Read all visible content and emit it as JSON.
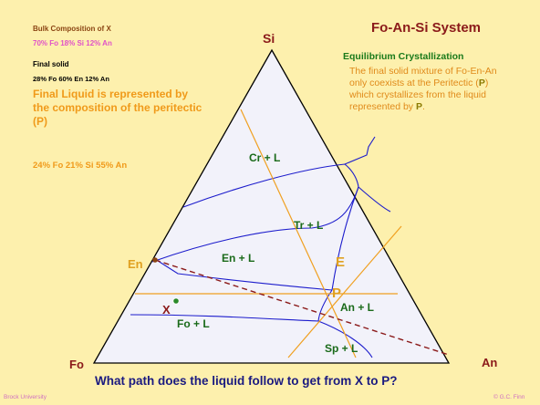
{
  "left_panel": {
    "bulk_title": "Bulk Composition of X",
    "bulk_values": "70% Fo  18% Si   12% An",
    "final_solid_title": "Final solid",
    "final_solid_values": "28% Fo  60% En  12% An",
    "final_liquid_text": "Final Liquid is represented by the composition of the peritectic (P)",
    "peritectic_values": "24% Fo  21% Si  55% An"
  },
  "right_panel": {
    "system_title": "Fo-An-Si System",
    "equilibrium_title": "Equilibrium Crystallization",
    "eq_text_before": "The final solid mixture of Fo-En-An only coexists at the Peritectic (",
    "eq_p1": "P",
    "eq_text_middle": ") which crystallizes from the liquid represented by ",
    "eq_p2": "P",
    "eq_text_after": "."
  },
  "vertices": {
    "si": "Si",
    "fo": "Fo",
    "an": "An"
  },
  "diagram": {
    "fields": {
      "cr": "Cr + L",
      "tr": "Tr + L",
      "en": "En + L",
      "an": "An + L",
      "fo": "Fo + L",
      "sp": "Sp + L"
    },
    "points": {
      "en": "En",
      "e": "E",
      "p": "P",
      "x": "X"
    }
  },
  "question": "What path does the liquid follow to get from X to P?",
  "footer": {
    "left": "Brock University",
    "right": "© G.C. Finn"
  },
  "colors": {
    "background": "#fdf0ad",
    "triangle_fill": "#f2f2fa",
    "boundary_blue": "#1c1ccc",
    "tie_orange": "#f0a020",
    "dashed_line": "#8b1a1a",
    "field_label_green": "#1a6a1a",
    "point_orange": "#e0a020",
    "en_dot": "#8b4513",
    "x_dot": "#2a8a2a"
  }
}
